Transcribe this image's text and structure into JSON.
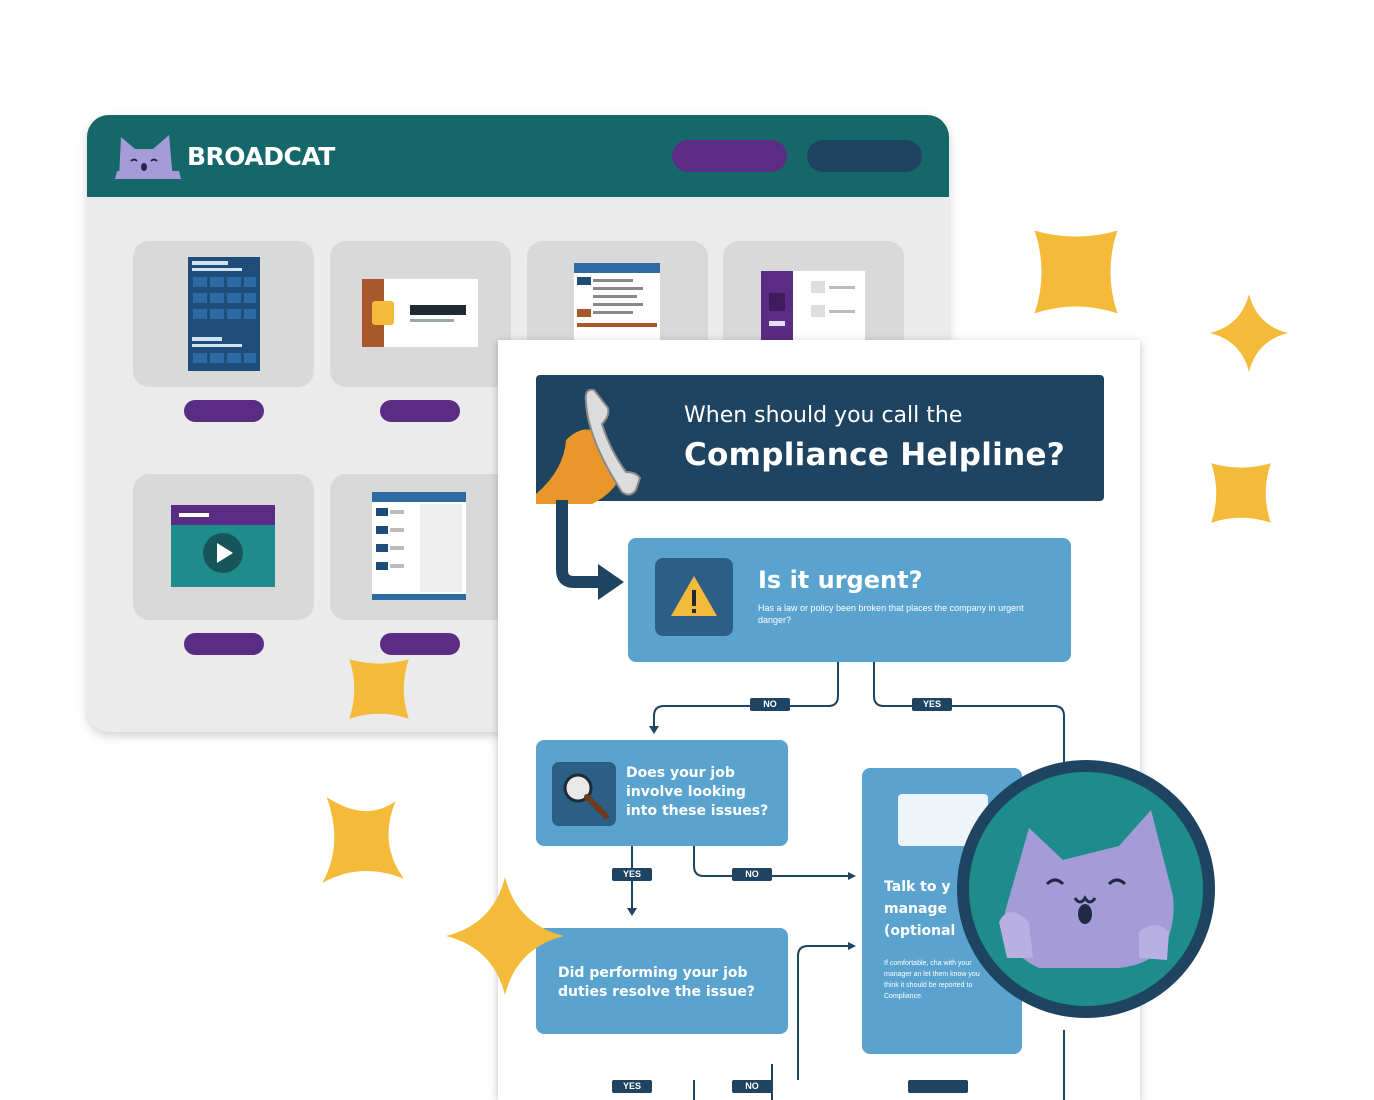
{
  "brand": {
    "name": "BROADCAT"
  },
  "flyer": {
    "subtitle": "When should you call the",
    "title": "Compliance Helpline?",
    "urgent": {
      "title": "Is it urgent?",
      "text": "Has a law or policy been broken that places the company in urgent danger?"
    },
    "labels": {
      "no": "NO",
      "yes": "YES"
    },
    "job_question": "Does your job involve looking into these issues?",
    "resolve_question": "Did performing your job duties resolve the issue?",
    "manager": {
      "title": "Talk to y manage (optional",
      "text": "If comfortable, cha with your manager an let them know you think it should be reported to Compliance."
    }
  },
  "colors": {
    "header_teal": "#16676a",
    "purple": "#5b2c83",
    "navy": "#1f4461",
    "light_blue": "#5aa3cf",
    "star_yellow": "#f4bb3a",
    "badge_teal": "#1d8c8b",
    "cat_lavender": "#a59bd9"
  },
  "icons": [
    "cat-logo-icon",
    "warning-icon",
    "magnifier-icon",
    "phone-handset-icon",
    "play-icon",
    "sparkle-star-icon"
  ]
}
